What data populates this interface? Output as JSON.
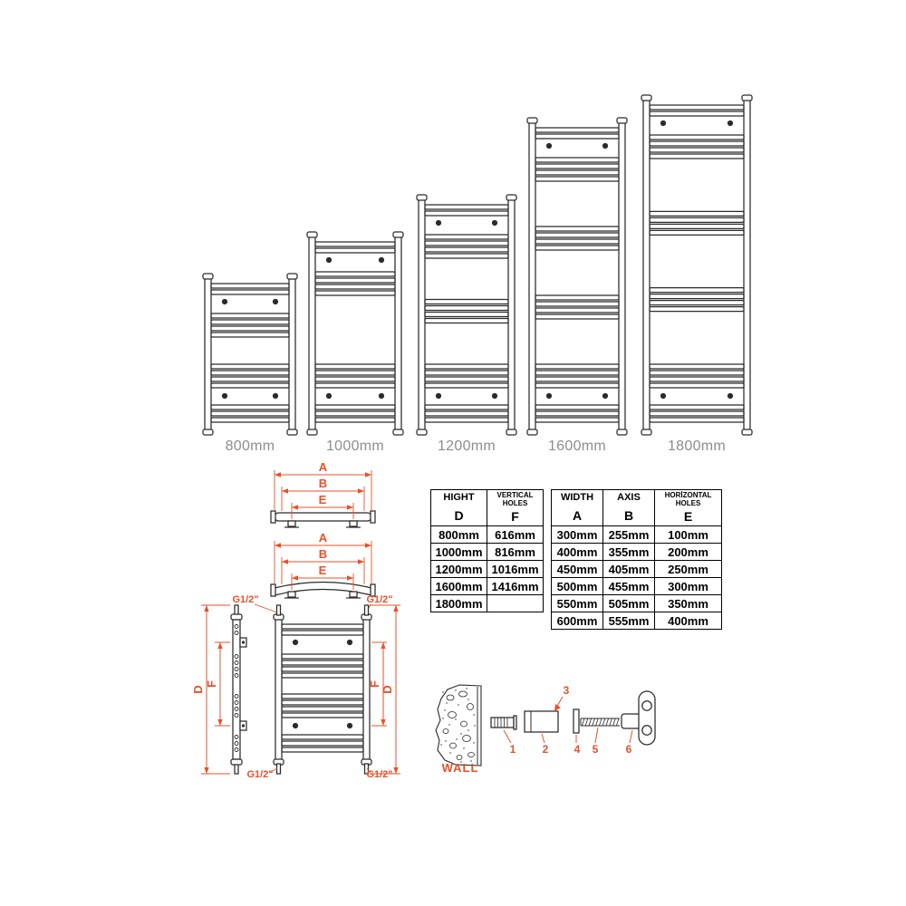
{
  "page": {
    "background": "#ffffff"
  },
  "radiators": {
    "labels": [
      "800mm",
      "1000mm",
      "1200mm",
      "1600mm",
      "1800mm"
    ]
  },
  "dimensions": {
    "width": "A",
    "axis": "B",
    "horizontal_holes": "E",
    "height": "D",
    "vertical_holes": "F",
    "thread": "G1/2\""
  },
  "tables": [
    {
      "columns": [
        {
          "title": "HIGHT",
          "symbol": "D"
        },
        {
          "title": "VERTICAL HOLES",
          "symbol": "F"
        }
      ],
      "rows": [
        [
          "800mm",
          "616mm"
        ],
        [
          "1000mm",
          "816mm"
        ],
        [
          "1200mm",
          "1016mm"
        ],
        [
          "1600mm",
          "1416mm"
        ],
        [
          "1800mm",
          ""
        ]
      ]
    },
    {
      "columns": [
        {
          "title": "WIDTH",
          "symbol": "A"
        },
        {
          "title": "AXIS",
          "symbol": "B"
        },
        {
          "title": "HORİZONTAL HOLES",
          "symbol": "E"
        }
      ],
      "rows": [
        [
          "300mm",
          "255mm",
          "100mm"
        ],
        [
          "400mm",
          "355mm",
          "200mm"
        ],
        [
          "450mm",
          "405mm",
          "250mm"
        ],
        [
          "500mm",
          "455mm",
          "300mm"
        ],
        [
          "550mm",
          "505mm",
          "350mm"
        ],
        [
          "600mm",
          "555mm",
          "400mm"
        ]
      ]
    }
  ],
  "wall_detail": {
    "label": "WALL",
    "part_numbers": [
      "1",
      "2",
      "3",
      "4",
      "5",
      "6"
    ]
  },
  "colors": {
    "dimension": "#e8502a",
    "drawing": "#2b2b2b",
    "label_gray": "#8d8d8d"
  }
}
